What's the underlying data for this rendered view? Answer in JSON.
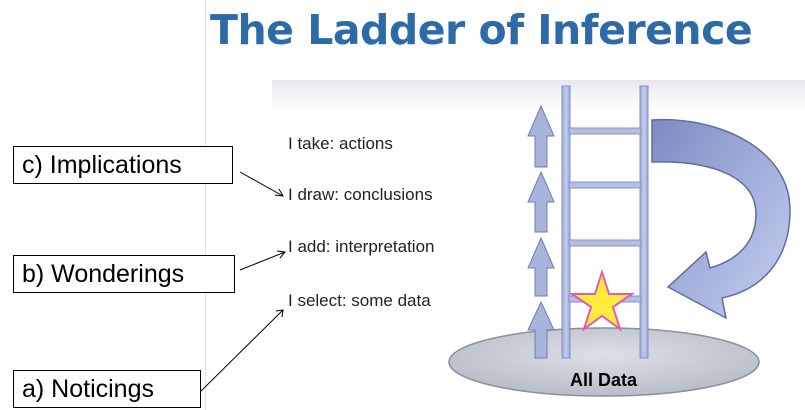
{
  "title": "The Ladder of Inference",
  "ladder": {
    "rungs": [
      "I take: actions",
      "I draw: conclusions",
      "I add: interpretation",
      "I select: some data"
    ],
    "base_label": "All Data"
  },
  "annotations": [
    "c) Implications",
    "b) Wonderings",
    "a) Noticings"
  ],
  "colors": {
    "title": "#2d6aa8",
    "ladder": "#a8b4dc",
    "arrow": "#8e9ccc",
    "star": "#ffeb3b",
    "star_outline": "#e05ab8",
    "base": "#c9cdd6"
  },
  "icons": [
    "up-arrow-icon",
    "curved-arrow-icon",
    "star-icon"
  ]
}
